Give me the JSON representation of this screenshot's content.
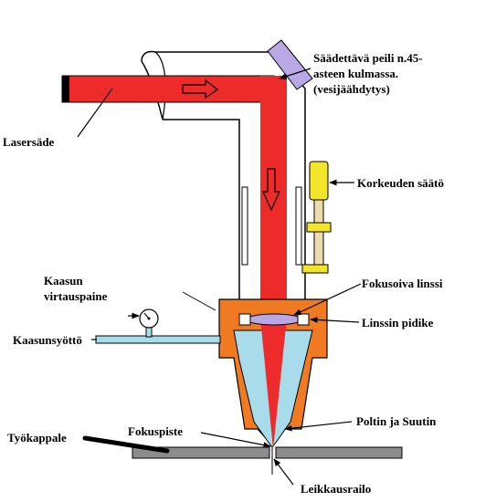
{
  "labels": {
    "mirror_line1": "Säädettävä peili n.45-",
    "mirror_line2": "asteen kulmassa.",
    "mirror_line3": "(vesijäähdytys)",
    "laser_beam": "Lasersäde",
    "height_control": "Korkeuden säätö",
    "gas_pressure_line1": "Kaasun",
    "gas_pressure_line2": "virtauspaine",
    "focusing_lens": "Fokusoiva linssi",
    "gas_feed": "Kaasunsyöttö",
    "lens_holder": "Linssin pidike",
    "torch_nozzle": "Poltin ja Suutin",
    "focus_point": "Fokuspiste",
    "workpiece": "Työkappale",
    "kerf": "Leikkausrailo"
  },
  "colors": {
    "beam": "#ee2b2b",
    "mirror": "#b9a7e6",
    "nozzle_body": "#f07a22",
    "gas_chamber": "#a8dcea",
    "height_knob": "#f2e52a",
    "screw": "#ecdcae",
    "workpiece": "#8c8c8c",
    "beam_end": "#000000"
  }
}
